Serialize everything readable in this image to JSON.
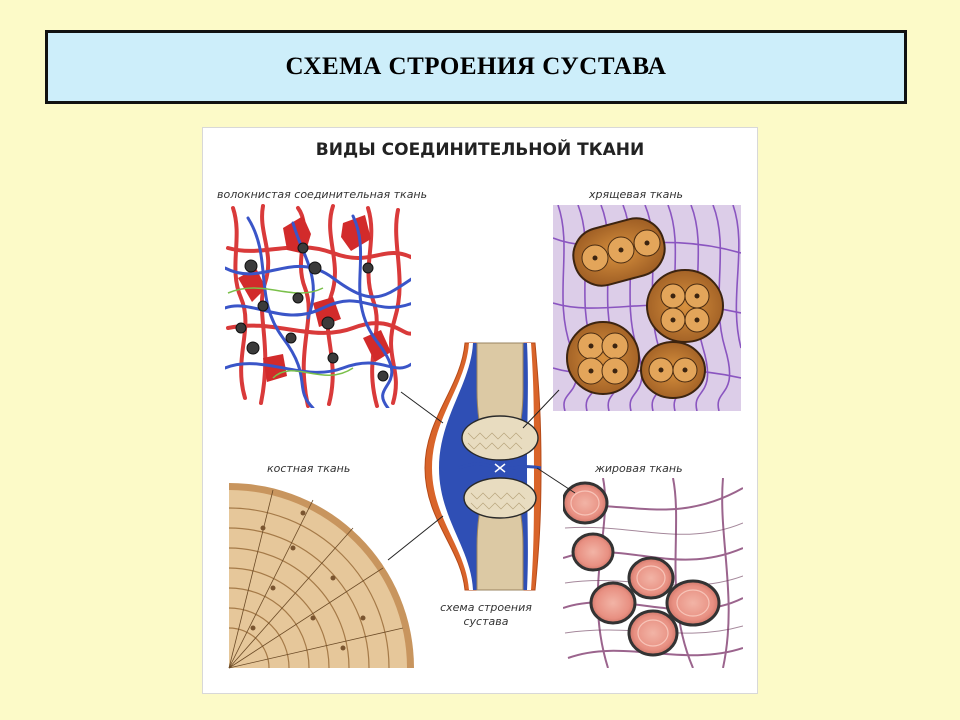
{
  "slide": {
    "title": "СХЕМА СТРОЕНИЯ СУСТАВА"
  },
  "figure": {
    "title": "ВИДЫ СОЕДИНИТЕЛЬНОЙ ТКАНИ",
    "labels": {
      "fibrous": "волокнистая соединительная ткань",
      "cartilage": "хрящевая ткань",
      "bone": "костная ткань",
      "fat": "жировая ткань",
      "joint_line1": "схема строения",
      "joint_line2": "сустава"
    }
  }
}
